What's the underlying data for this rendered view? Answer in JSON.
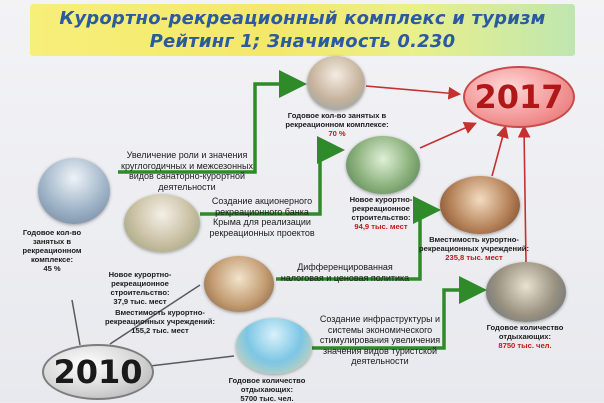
{
  "header": {
    "title": "Курортно-рекреационный комплекс и туризм",
    "subtitle": "Рейтинг 1; Значимость 0.230"
  },
  "years": {
    "start": "2010",
    "end": "2017"
  },
  "indicators_2010": [
    {
      "label": "Годовое кол-во занятых в рекреационном комплексе:",
      "value": "45 %"
    },
    {
      "label": "Новое курортно-рекреационное строительство:",
      "value": "37,9 тыс. мест"
    },
    {
      "label": "Вместимость курортно-рекреационных учреждений:",
      "value": "155,2 тыс. мест"
    },
    {
      "label": "Годовое количество отдыхающих:",
      "value": "5700 тыс. чел."
    }
  ],
  "indicators_2017": [
    {
      "label": "Годовое кол-во занятых в рекреационном комплексе:",
      "value": "70 %"
    },
    {
      "label": "Новое курортно-рекреационное строительство:",
      "value": "94,9 тыс. мест"
    },
    {
      "label": "Вместимость курортно-рекреационных учреждений:",
      "value": "235,8 тыс. мест"
    },
    {
      "label": "Годовое количество отдыхающих:",
      "value": "8750 тыс. чел."
    }
  ],
  "measures": [
    "Увеличение роли и значения круглогодичных и межсезонных видов санаторно-курортной деятельности",
    "Создание акционерного рекреационного банка Крыма для реализации рекреационных проектов",
    "Дифференцированная налоговая и ценовая политика",
    "Создание инфраструктуры и системы экономического стимулирования увеличения значения видов туристской деятельности"
  ],
  "colors": {
    "arrow": "#2f8a2a",
    "end_arrow": "#c53030",
    "title": "#2a5aa0"
  },
  "icons": [
    "building-photo",
    "resort-photo",
    "tower-photo",
    "hotel-photo",
    "room-photo",
    "interior-photo",
    "tourists-photo",
    "beach-photo"
  ]
}
